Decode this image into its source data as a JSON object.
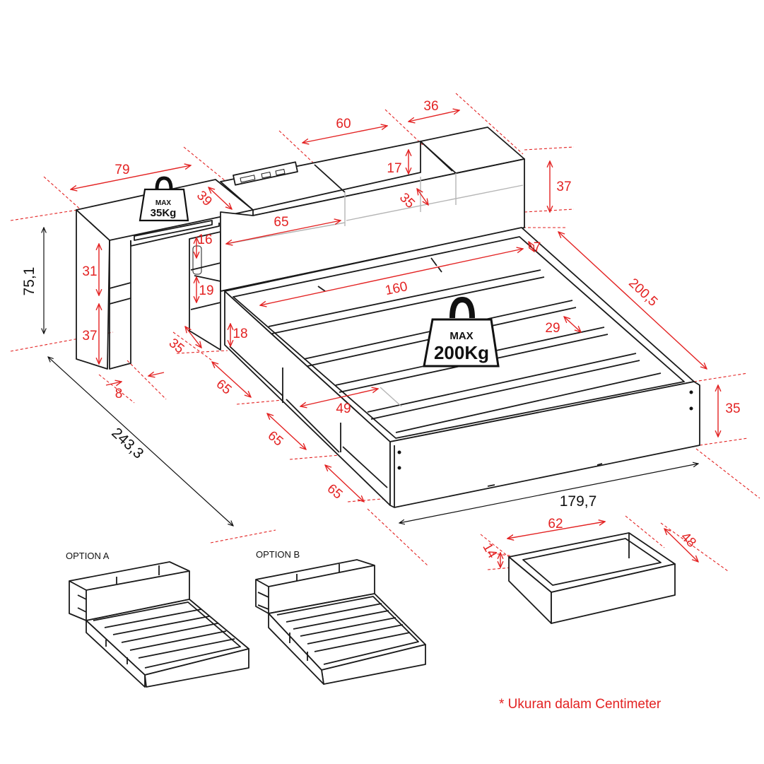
{
  "dimensions": {
    "d79": "79",
    "d39": "39",
    "d60": "60",
    "d36": "36",
    "d17": "17",
    "d37_top": "37",
    "d35_shelf": "35",
    "d65_top": "65",
    "d16": "16",
    "d19": "19",
    "d18": "18",
    "d7": "7",
    "d160": "160",
    "d200_5": "200,5",
    "d29": "29",
    "d75_1": "75,1",
    "d31": "31",
    "d37_side": "37",
    "d35_desk": "35",
    "d8": "8",
    "d65_a": "65",
    "d65_b": "65",
    "d65_c": "65",
    "d49": "49",
    "d35_height": "35",
    "d243_3": "243,3",
    "d179_7": "179,7",
    "d62": "62",
    "d48": "48",
    "d14": "14"
  },
  "weights": {
    "max_label": "MAX",
    "desk_load": "35Kg",
    "bed_load": "200Kg"
  },
  "options": {
    "option_a": "OPTION A",
    "option_b": "OPTION B"
  },
  "footnote": "* Ukuran dalam Centimeter"
}
